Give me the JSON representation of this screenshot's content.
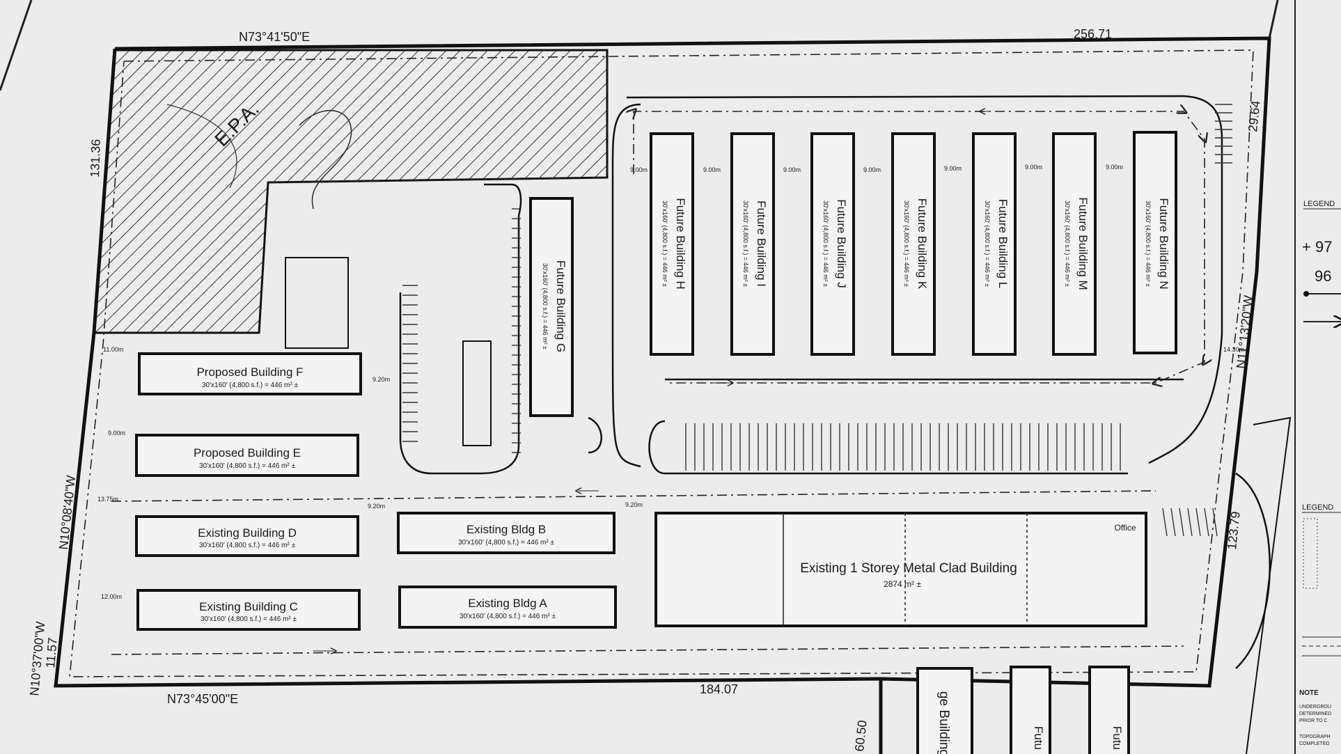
{
  "bearings": {
    "north": "N73°41'50\"E",
    "south": "N73°45'00\"E",
    "west_upper": "N10°08'40\"W",
    "west_lower": "N10°37'00\"W",
    "east": "N11°13'20\"W"
  },
  "distances": {
    "north": "256.71",
    "south": "184.07",
    "west_top": "131.36",
    "west_bottom": "11.57",
    "east_top": "29.64",
    "east_mid": "123.79",
    "bottom_right": "60.50"
  },
  "epa_label": "E.P.A.",
  "buildings": {
    "f": {
      "name": "Proposed Building F",
      "size": "30'x160' (4,800 s.f.) = 446 m² ±"
    },
    "e": {
      "name": "Proposed Building E",
      "size": "30'x160' (4,800 s.f.) = 446 m² ±"
    },
    "d": {
      "name": "Existing Building D",
      "size": "30'x160' (4,800 s.f.) = 446 m² ±"
    },
    "c": {
      "name": "Existing Building C",
      "size": "30'x160' (4,800 s.f.) = 446 m² ±"
    },
    "b": {
      "name": "Existing Bldg B",
      "size": "30'x160' (4,800 s.f.) = 446 m² ±"
    },
    "a": {
      "name": "Existing Bldg A",
      "size": "30'x160' (4,800 s.f.) = 446 m² ±"
    },
    "g": {
      "name": "Future Building G",
      "size": "30'x160' (4,800 s.f.) = 446 m² ±"
    },
    "h": {
      "name": "Future Building H",
      "size": "30'x160' (4,800 s.f.) = 446 m² ±"
    },
    "i": {
      "name": "Future Building I",
      "size": "30'x160' (4,800 s.f.) = 446 m² ±"
    },
    "j": {
      "name": "Future Building J",
      "size": "30'x160' (4,800 s.f.) = 446 m² ±"
    },
    "k": {
      "name": "Future Building K",
      "size": "30'x160' (4,800 s.f.) = 446 m² ±"
    },
    "l": {
      "name": "Future Building L",
      "size": "30'x160' (4,800 s.f.) = 446 m² ±"
    },
    "m": {
      "name": "Future Building M",
      "size": "30'x160' (4,800 s.f.) = 446 m² ±"
    },
    "n": {
      "name": "Future Building N",
      "size": "30'x160' (4,800 s.f.) = 446 m² ±"
    },
    "metal": {
      "name": "Existing 1 Storey Metal Clad Building",
      "area": "2874 m² ±",
      "office": "Office"
    },
    "lower_left": "ge Building",
    "lower_fut": "Futu"
  },
  "dims": {
    "m900": "9.00m",
    "m920": "9.20m",
    "m1100": "11.00m",
    "m1375": "13.75m",
    "m1200": "12.00m",
    "m1430": "14.30m"
  },
  "legend": {
    "title": "LEGEND",
    "elev_a": "+ 97",
    "elev_b": "96",
    "title2": "LEGEND",
    "note": "NOTE",
    "note_lines": [
      "UNDERGROU",
      "DETERMINED",
      "PRIOR TO C",
      "TOPOGRAPH",
      "COMPLETED"
    ]
  }
}
